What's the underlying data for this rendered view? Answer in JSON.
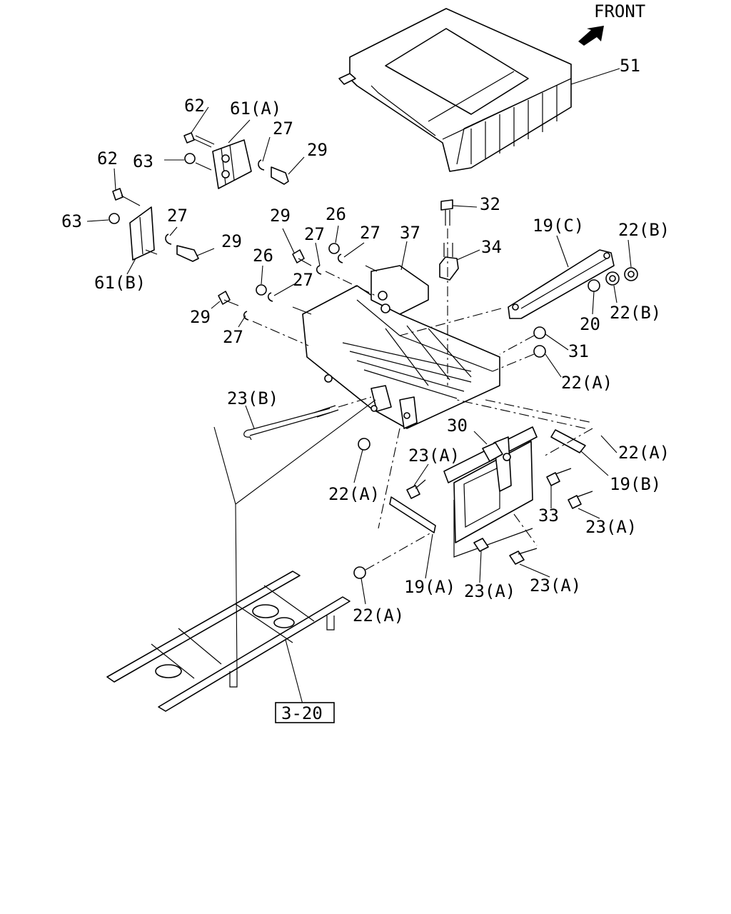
{
  "orientation": {
    "front_label": "FRONT"
  },
  "reference_box": "3-20",
  "callouts": [
    {
      "id": "c51",
      "text": "51"
    },
    {
      "id": "c62a",
      "text": "62"
    },
    {
      "id": "c61A",
      "text": "61(A)"
    },
    {
      "id": "c27a",
      "text": "27"
    },
    {
      "id": "c29a",
      "text": "29"
    },
    {
      "id": "c62b",
      "text": "62"
    },
    {
      "id": "c63a",
      "text": "63"
    },
    {
      "id": "c63b",
      "text": "63"
    },
    {
      "id": "c27b",
      "text": "27"
    },
    {
      "id": "c29b",
      "text": "29"
    },
    {
      "id": "c61B",
      "text": "61(B)"
    },
    {
      "id": "c29c",
      "text": "29"
    },
    {
      "id": "c26a",
      "text": "26"
    },
    {
      "id": "c27c",
      "text": "27"
    },
    {
      "id": "c27d",
      "text": "27"
    },
    {
      "id": "c37",
      "text": "37"
    },
    {
      "id": "c32",
      "text": "32"
    },
    {
      "id": "c34",
      "text": "34"
    },
    {
      "id": "c19C",
      "text": "19(C)"
    },
    {
      "id": "c22B1",
      "text": "22(B)"
    },
    {
      "id": "c26b",
      "text": "26"
    },
    {
      "id": "c27e",
      "text": "27"
    },
    {
      "id": "c29d",
      "text": "29"
    },
    {
      "id": "c27f",
      "text": "27"
    },
    {
      "id": "c20",
      "text": "20"
    },
    {
      "id": "c22B2",
      "text": "22(B)"
    },
    {
      "id": "c31",
      "text": "31"
    },
    {
      "id": "c22A1",
      "text": "22(A)"
    },
    {
      "id": "c23B",
      "text": "23(B)"
    },
    {
      "id": "c30",
      "text": "30"
    },
    {
      "id": "c22A2",
      "text": "22(A)"
    },
    {
      "id": "c23A1",
      "text": "23(A)"
    },
    {
      "id": "c19B",
      "text": "19(B)"
    },
    {
      "id": "c22A3",
      "text": "22(A)"
    },
    {
      "id": "c33",
      "text": "33"
    },
    {
      "id": "c23A2",
      "text": "23(A)"
    },
    {
      "id": "c19A",
      "text": "19(A)"
    },
    {
      "id": "c23A3",
      "text": "23(A)"
    },
    {
      "id": "c23A4",
      "text": "23(A)"
    },
    {
      "id": "c22A4",
      "text": "22(A)"
    }
  ]
}
